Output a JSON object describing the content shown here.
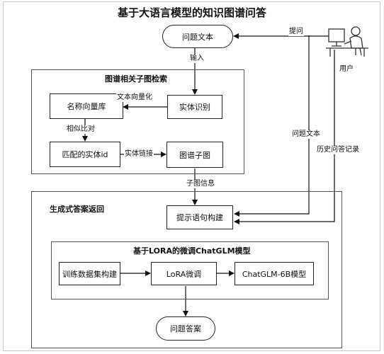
{
  "title": "基于大语言模型的知识图谱问答",
  "nodes": {
    "question_text": "问题文本",
    "entity_recognition": "实体识别",
    "name_vector_db": "名称向量库",
    "matched_entity_id": "匹配的实体id",
    "graph_subgraph": "图谱子图",
    "prompt_building": "提示语句构建",
    "dataset_building": "训练数据集构建",
    "lora_finetune": "LoRA微调",
    "chatglm_model": "ChatGLM-6B模型",
    "answer": "问题答案"
  },
  "groups": {
    "subgraph_retrieval": "图谱相关子图检索",
    "answer_generation": "生成式答案返回",
    "lora_chatglm": "基于LORA的微调ChatGLM模型"
  },
  "edge_labels": {
    "ask": "提问",
    "user": "用户",
    "input": "输入",
    "text_vectorize": "文本向量化",
    "similarity": "相似比对",
    "entity_link": "实体链接",
    "subgraph_info": "子图信息",
    "question_text": "问题文本",
    "history": "历史问答记录"
  }
}
